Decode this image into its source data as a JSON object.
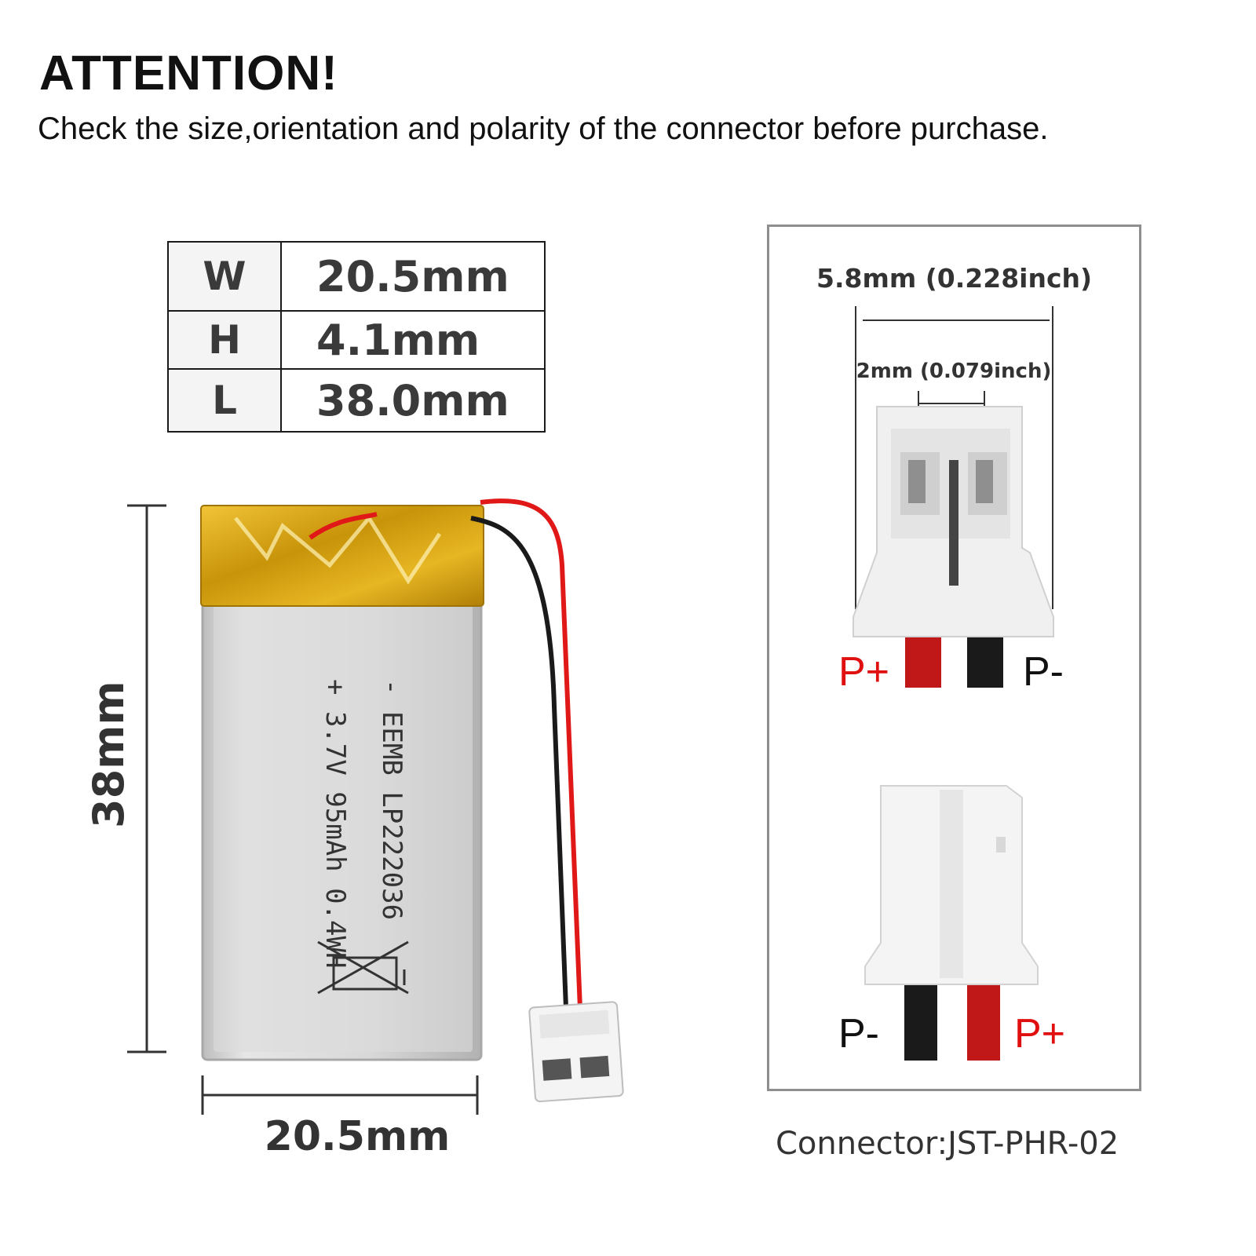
{
  "header": {
    "title": "ATTENTION!",
    "subtitle": "Check the size,orientation and polarity of the connector before purchase."
  },
  "dimensions_table": {
    "rows": [
      {
        "key": "W",
        "value": "20.5mm"
      },
      {
        "key": "H",
        "value": "4.1mm"
      },
      {
        "key": "L",
        "value": "38.0mm"
      }
    ]
  },
  "battery": {
    "height_label": "38mm",
    "width_label": "20.5mm",
    "print_line_1": "- EEMB LP222036",
    "print_line_2": "+ 3.7V 95mAh 0.4WH",
    "colors": {
      "cell": "#cfcfcf",
      "tape": "#d9a90f",
      "red_wire": "#e01818",
      "black_wire": "#1a1a1a"
    }
  },
  "connector": {
    "outer_width": "5.8mm (0.228inch)",
    "pin_pitch": "2mm (0.079inch)",
    "top_view": {
      "left_label": "P+",
      "right_label": "P-"
    },
    "bottom_view": {
      "left_label": "P-",
      "right_label": "P+"
    },
    "type": "Connector:JST-PHR-02",
    "colors": {
      "positive": "#e01010",
      "negative": "#111111"
    }
  }
}
